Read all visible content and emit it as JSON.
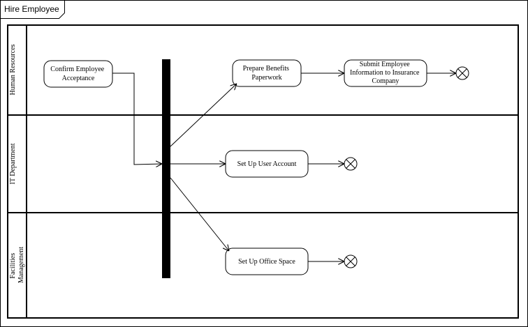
{
  "frame": {
    "title": "Hire Employee"
  },
  "lanes": [
    {
      "id": "hr",
      "label_lines": [
        "Human Resources"
      ]
    },
    {
      "id": "it",
      "label_lines": [
        "IT Department"
      ]
    },
    {
      "id": "fac",
      "label_lines": [
        "Facilities",
        "Management"
      ]
    }
  ],
  "activities": [
    {
      "id": "confirm",
      "lines": [
        "Confirm Employee",
        "Acceptance"
      ]
    },
    {
      "id": "benefits",
      "lines": [
        "Prepare Benefits",
        "Paperwork"
      ]
    },
    {
      "id": "insurance",
      "lines": [
        "Submit Employee",
        "Information to Insurance",
        "Company"
      ]
    },
    {
      "id": "user",
      "lines": [
        "Set Up User Account"
      ]
    },
    {
      "id": "office",
      "lines": [
        "Set Up Office Space"
      ]
    }
  ],
  "colors": {
    "stroke": "#000000",
    "background": "#ffffff",
    "fork_bar": "#000000"
  }
}
